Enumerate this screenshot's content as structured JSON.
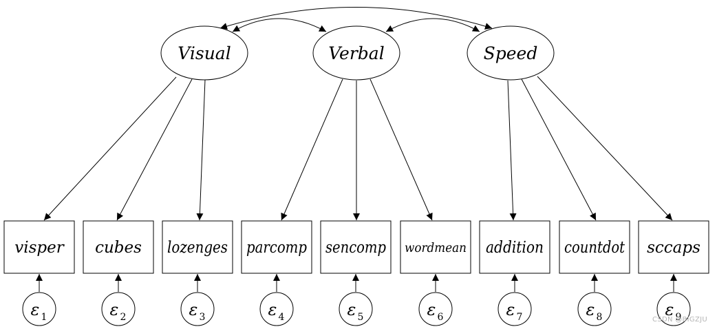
{
  "latents": [
    {
      "id": "visual",
      "label": "Visual"
    },
    {
      "id": "verbal",
      "label": "Verbal"
    },
    {
      "id": "speed",
      "label": "Speed"
    }
  ],
  "indicators": [
    {
      "label": "visper"
    },
    {
      "label": "cubes"
    },
    {
      "label": "lozenges"
    },
    {
      "label": "parcomp"
    },
    {
      "label": "sencomp"
    },
    {
      "label": "wordmean"
    },
    {
      "label": "addition"
    },
    {
      "label": "countdot"
    },
    {
      "label": "sccaps"
    }
  ],
  "errors": [
    {
      "symbol": "ε",
      "sub": "1"
    },
    {
      "symbol": "ε",
      "sub": "2"
    },
    {
      "symbol": "ε",
      "sub": "3"
    },
    {
      "symbol": "ε",
      "sub": "4"
    },
    {
      "symbol": "ε",
      "sub": "5"
    },
    {
      "symbol": "ε",
      "sub": "6"
    },
    {
      "symbol": "ε",
      "sub": "7"
    },
    {
      "symbol": "ε",
      "sub": "8"
    },
    {
      "symbol": "ε",
      "sub": "9"
    }
  ],
  "loadings": [
    {
      "from": "visual",
      "to": "visper"
    },
    {
      "from": "visual",
      "to": "cubes"
    },
    {
      "from": "visual",
      "to": "lozenges"
    },
    {
      "from": "verbal",
      "to": "parcomp"
    },
    {
      "from": "verbal",
      "to": "sencomp"
    },
    {
      "from": "verbal",
      "to": "wordmean"
    },
    {
      "from": "speed",
      "to": "addition"
    },
    {
      "from": "speed",
      "to": "countdot"
    },
    {
      "from": "speed",
      "to": "sccaps"
    }
  ],
  "covariances": [
    {
      "a": "visual",
      "b": "verbal"
    },
    {
      "a": "verbal",
      "b": "speed"
    },
    {
      "a": "visual",
      "b": "speed"
    }
  ],
  "watermark": "CSDN @BIGZJU"
}
